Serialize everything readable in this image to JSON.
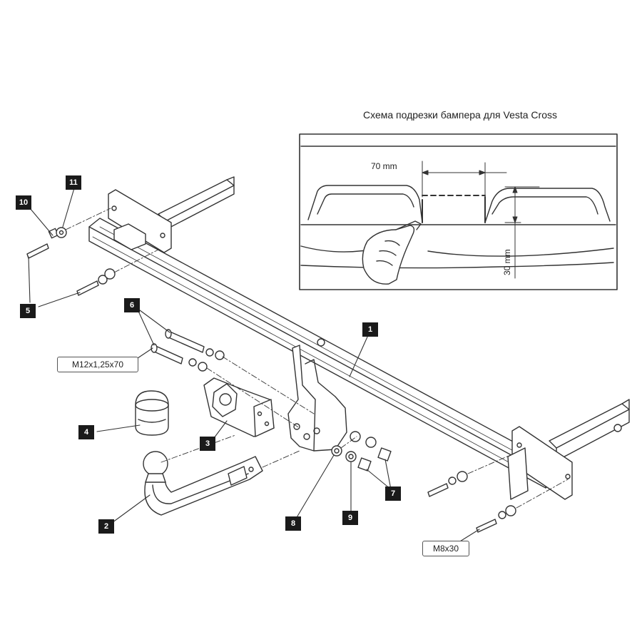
{
  "inset": {
    "title": "Схема подрезки бампера для Vesta Cross",
    "dim_width": "70 mm",
    "dim_height": "30 mm"
  },
  "callouts": [
    "1",
    "2",
    "3",
    "4",
    "5",
    "6",
    "7",
    "8",
    "9",
    "10",
    "11"
  ],
  "specs": {
    "bolt_m12": "M12x1,25x70",
    "bolt_m8": "M8x30"
  }
}
